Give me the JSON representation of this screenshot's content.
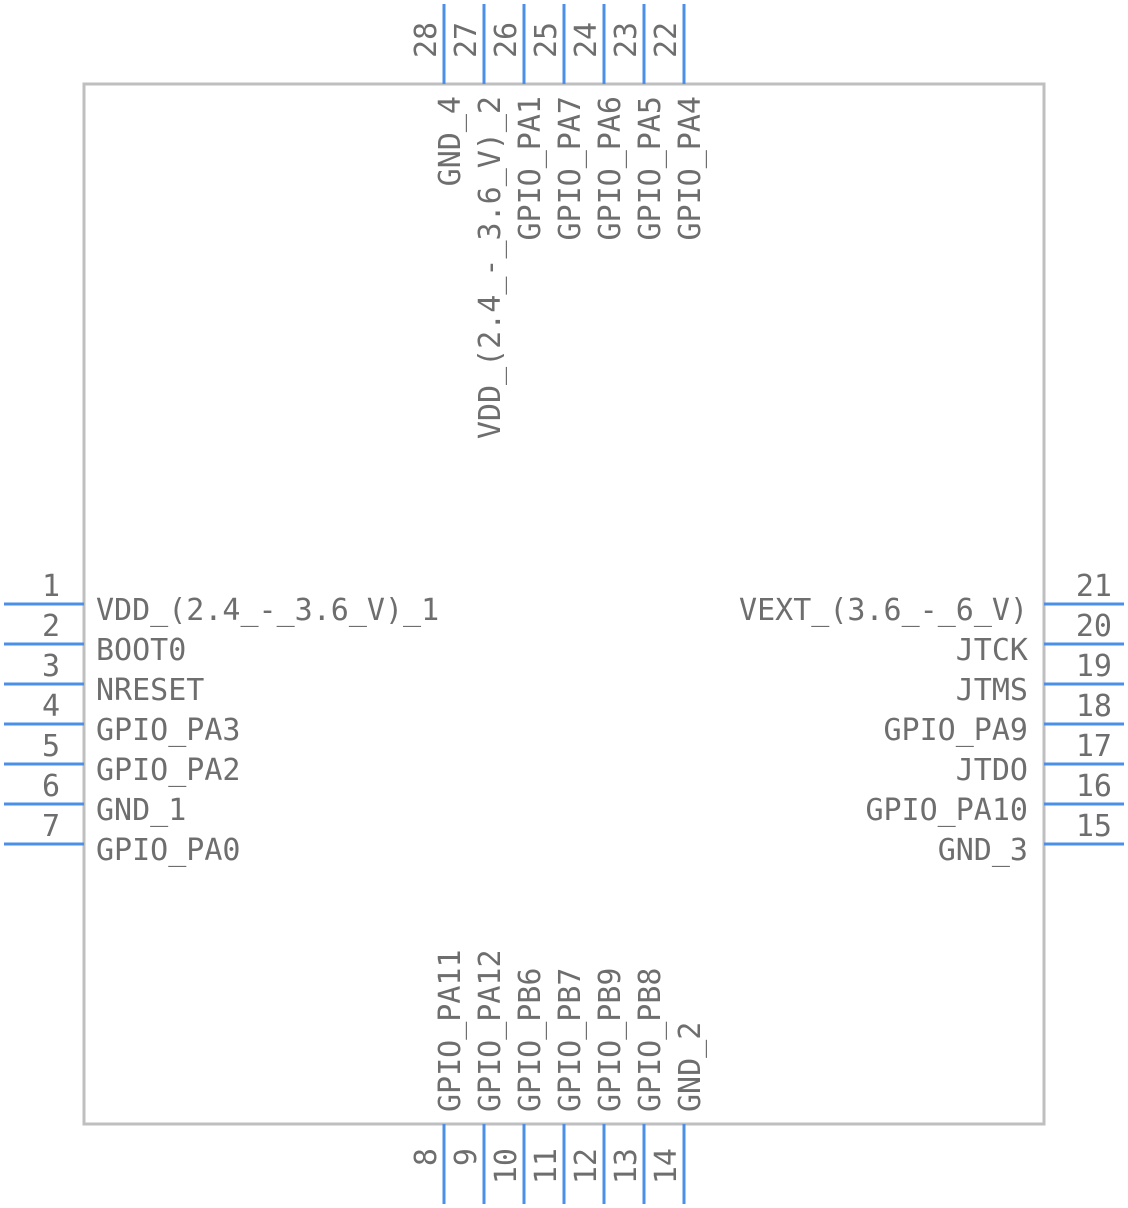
{
  "component": {
    "body_color": "#bfbfbf",
    "pin_color": "#4a8fe8",
    "text_color": "#6e6e6e"
  },
  "pins": {
    "left": [
      {
        "number": "1",
        "name": "VDD_(2.4_-_3.6_V)_1"
      },
      {
        "number": "2",
        "name": "BOOT0"
      },
      {
        "number": "3",
        "name": "NRESET"
      },
      {
        "number": "4",
        "name": "GPIO_PA3"
      },
      {
        "number": "5",
        "name": "GPIO_PA2"
      },
      {
        "number": "6",
        "name": "GND_1"
      },
      {
        "number": "7",
        "name": "GPIO_PA0"
      }
    ],
    "right": [
      {
        "number": "21",
        "name": "VEXT_(3.6_-_6_V)"
      },
      {
        "number": "20",
        "name": "JTCK"
      },
      {
        "number": "19",
        "name": "JTMS"
      },
      {
        "number": "18",
        "name": "GPIO_PA9"
      },
      {
        "number": "17",
        "name": "JTDO"
      },
      {
        "number": "16",
        "name": "GPIO_PA10"
      },
      {
        "number": "15",
        "name": "GND_3"
      }
    ],
    "top": [
      {
        "number": "28",
        "name": "GND_4"
      },
      {
        "number": "27",
        "name": "VDD_(2.4_-_3.6_V)_2"
      },
      {
        "number": "26",
        "name": "GPIO_PA1"
      },
      {
        "number": "25",
        "name": "GPIO_PA7"
      },
      {
        "number": "24",
        "name": "GPIO_PA6"
      },
      {
        "number": "23",
        "name": "GPIO_PA5"
      },
      {
        "number": "22",
        "name": "GPIO_PA4"
      }
    ],
    "bottom": [
      {
        "number": "8",
        "name": "GPIO_PA11"
      },
      {
        "number": "9",
        "name": "GPIO_PA12"
      },
      {
        "number": "10",
        "name": "GPIO_PB6"
      },
      {
        "number": "11",
        "name": "GPIO_PB7"
      },
      {
        "number": "12",
        "name": "GPIO_PB9"
      },
      {
        "number": "13",
        "name": "GPIO_PB8"
      },
      {
        "number": "14",
        "name": "GND_2"
      }
    ]
  }
}
